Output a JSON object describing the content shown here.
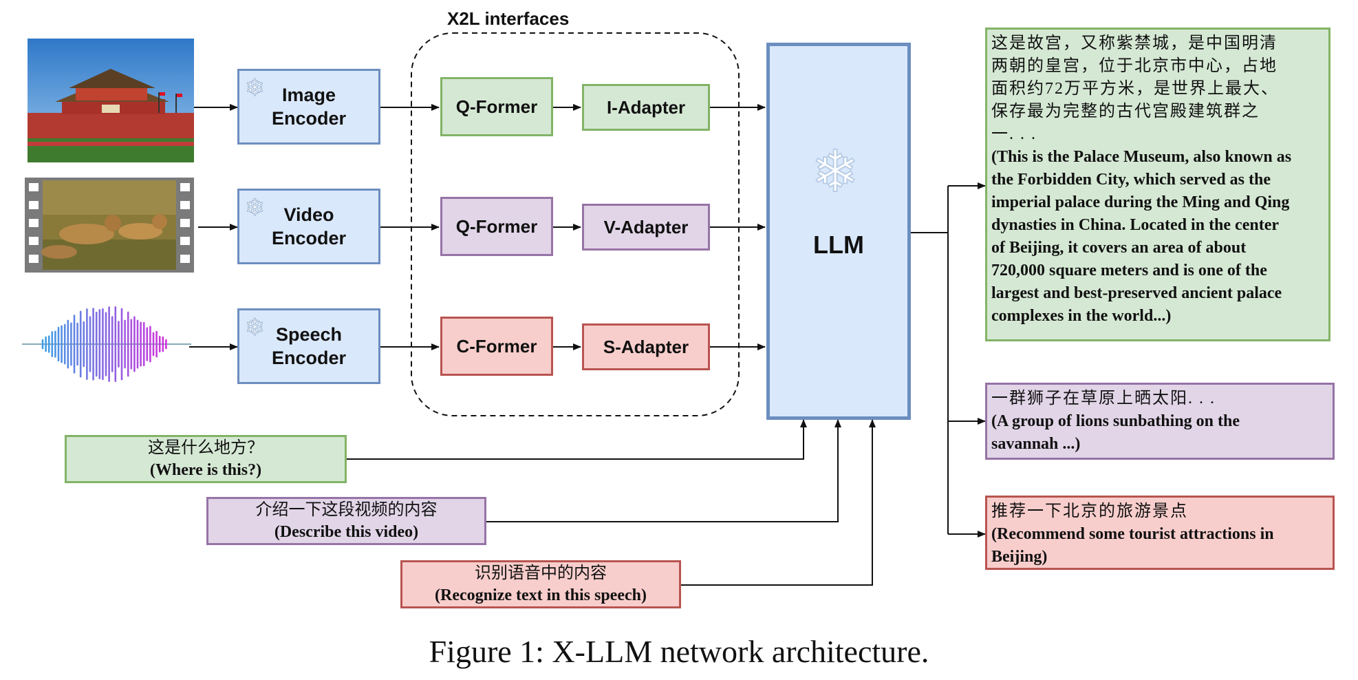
{
  "interfaces_label": "X2L interfaces",
  "encoders": {
    "image": [
      "Image",
      "Encoder"
    ],
    "video": [
      "Video",
      "Encoder"
    ],
    "speech": [
      "Speech",
      "Encoder"
    ]
  },
  "formers": {
    "image": "Q-Former",
    "video": "Q-Former",
    "speech": "C-Former"
  },
  "adapters": {
    "image": "I-Adapter",
    "video": "V-Adapter",
    "speech": "S-Adapter"
  },
  "llm_label": "LLM",
  "prompts": {
    "image": {
      "zh": "这是什么地方？",
      "en": "(Where is this?)"
    },
    "video": {
      "zh": "介绍一下这段视频的内容",
      "en": "(Describe this video)"
    },
    "speech": {
      "zh": "识别语音中的内容",
      "en": "(Recognize text in this speech)"
    }
  },
  "outputs": {
    "image": {
      "zh": [
        "这是故宫，又称紫禁城，是中国明清",
        "两朝的皇宫，位于北京市中心，占地",
        "面积约72万平方米，是世界上最大、",
        "保存最为完整的古代宫殿建筑群之",
        "一. . ."
      ],
      "en": [
        "(This is the Palace Museum, also known as",
        "the Forbidden City, which served as the",
        "imperial palace during the Ming and Qing",
        "dynasties in China. Located in the center",
        "of Beijing, it covers an area of about",
        "720,000 square meters and is one of the",
        "largest and best-preserved ancient palace",
        "complexes in the world...)"
      ]
    },
    "video": {
      "zh": [
        "一群狮子在草原上晒太阳. . ."
      ],
      "en": [
        "(A group of lions sunbathing on the",
        "savannah ...)"
      ]
    },
    "speech": {
      "zh": [
        "推荐一下北京的旅游景点"
      ],
      "en": [
        "(Recommend some tourist attractions in",
        "Beijing)"
      ]
    }
  },
  "caption": "Figure 1: X-LLM network architecture.",
  "colors": {
    "blue_fill": "#dae8fc",
    "blue_border": "#6c8ebf",
    "green_fill": "#d5e8d4",
    "green_border": "#82b366",
    "purple_fill": "#e1d5e7",
    "purple_border": "#9673a6",
    "red_fill": "#f8cecc",
    "red_border": "#b85450"
  },
  "icons": {
    "frozen": "snowflake-icon"
  }
}
